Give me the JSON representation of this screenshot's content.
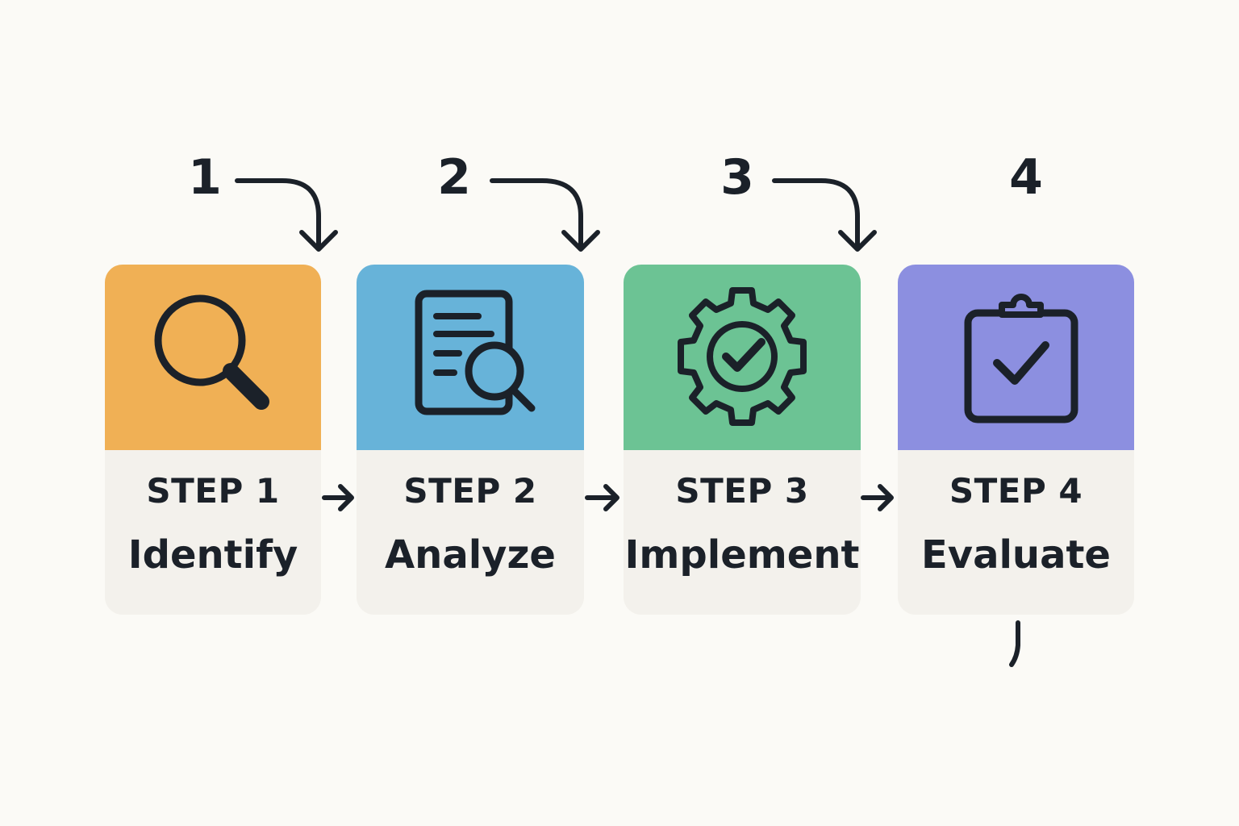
{
  "colors": {
    "background": "#fbfaf6",
    "text": "#1b2129",
    "card_bottom": "#f3f1ec"
  },
  "steps": [
    {
      "number": "1",
      "label": "STEP 1",
      "name": "Identify",
      "color": "#f0b055",
      "icon": "magnifying-glass-icon"
    },
    {
      "number": "2",
      "label": "STEP 2",
      "name": "Analyze",
      "color": "#67b3d9",
      "icon": "document-search-icon"
    },
    {
      "number": "3",
      "label": "STEP 3",
      "name": "Implement",
      "color": "#6cc394",
      "icon": "gear-check-icon"
    },
    {
      "number": "4",
      "label": "STEP 4",
      "name": "Evaluate",
      "color": "#8c8fe0",
      "icon": "clipboard-check-icon"
    }
  ]
}
